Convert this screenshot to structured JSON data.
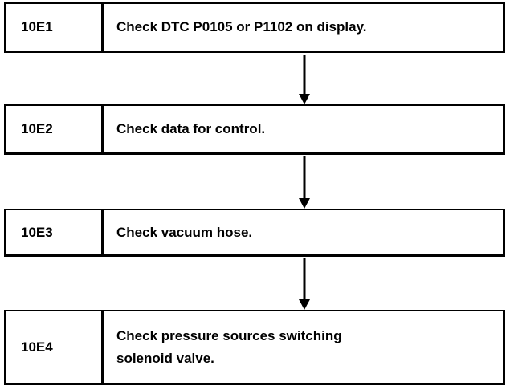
{
  "steps": [
    {
      "code": "10E1",
      "text": "Check DTC P0105 or P1102 on display."
    },
    {
      "code": "10E2",
      "text": "Check data for control."
    },
    {
      "code": "10E3",
      "text": "Check vacuum hose."
    },
    {
      "code": "10E4",
      "text": "Check pressure sources switching\nsolenoid valve."
    }
  ],
  "colors": {
    "line": "#000000",
    "background": "#ffffff"
  }
}
